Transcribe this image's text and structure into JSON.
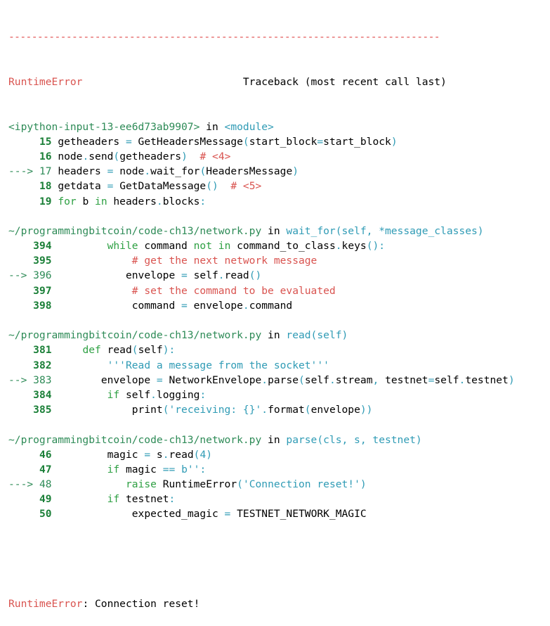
{
  "separator": "---------------------------------------------------------------------------",
  "header": {
    "error_name": "RuntimeError",
    "traceback_label": "Traceback (most recent call last)"
  },
  "frames": [
    {
      "file": "<ipython-input-13-ee6d73ab9907>",
      "in_kw": "in",
      "func": "<module>",
      "lines": [
        {
          "arrow": "",
          "num": "15",
          "indent": "",
          "parts": [
            [
              "norm",
              "getheaders "
            ],
            [
              "op",
              "="
            ],
            [
              "norm",
              " GetHeadersMessage"
            ],
            [
              "br",
              "("
            ],
            [
              "norm",
              "start_block"
            ],
            [
              "op",
              "="
            ],
            [
              "norm",
              "start_block"
            ],
            [
              "br",
              ")"
            ]
          ]
        },
        {
          "arrow": "",
          "num": "16",
          "indent": "",
          "parts": [
            [
              "norm",
              "node"
            ],
            [
              "op",
              "."
            ],
            [
              "norm",
              "send"
            ],
            [
              "br",
              "("
            ],
            [
              "norm",
              "getheaders"
            ],
            [
              "br",
              ")"
            ],
            [
              "norm",
              "  "
            ],
            [
              "cmt",
              "# <4>"
            ]
          ]
        },
        {
          "arrow": "---> ",
          "num": "17",
          "indent": "",
          "parts": [
            [
              "norm",
              "headers "
            ],
            [
              "op",
              "="
            ],
            [
              "norm",
              " node"
            ],
            [
              "op",
              "."
            ],
            [
              "norm",
              "wait_for"
            ],
            [
              "br",
              "("
            ],
            [
              "norm",
              "HeadersMessage"
            ],
            [
              "br",
              ")"
            ]
          ]
        },
        {
          "arrow": "",
          "num": "18",
          "indent": "",
          "parts": [
            [
              "norm",
              "getdata "
            ],
            [
              "op",
              "="
            ],
            [
              "norm",
              " GetDataMessage"
            ],
            [
              "br",
              "()"
            ],
            [
              "norm",
              "  "
            ],
            [
              "cmt",
              "# <5>"
            ]
          ]
        },
        {
          "arrow": "",
          "num": "19",
          "indent": "",
          "parts": [
            [
              "kw",
              "for"
            ],
            [
              "norm",
              " b "
            ],
            [
              "kw",
              "in"
            ],
            [
              "norm",
              " headers"
            ],
            [
              "op",
              "."
            ],
            [
              "norm",
              "blocks"
            ],
            [
              "op",
              ":"
            ]
          ]
        }
      ]
    },
    {
      "file": "~/programmingbitcoin/code-ch13/network.py",
      "in_kw": "in",
      "func": "wait_for(self, *message_classes)",
      "lines": [
        {
          "arrow": "",
          "num": "394",
          "indent": "        ",
          "parts": [
            [
              "kw",
              "while"
            ],
            [
              "norm",
              " command "
            ],
            [
              "kw",
              "not"
            ],
            [
              "norm",
              " "
            ],
            [
              "kw",
              "in"
            ],
            [
              "norm",
              " command_to_class"
            ],
            [
              "op",
              "."
            ],
            [
              "norm",
              "keys"
            ],
            [
              "br",
              "()"
            ],
            [
              "op",
              ":"
            ]
          ]
        },
        {
          "arrow": "",
          "num": "395",
          "indent": "            ",
          "parts": [
            [
              "cmt",
              "# get the next network message"
            ]
          ]
        },
        {
          "arrow": "--> ",
          "num": "396",
          "indent": "           ",
          "parts": [
            [
              "norm",
              "envelope "
            ],
            [
              "op",
              "="
            ],
            [
              "norm",
              " self"
            ],
            [
              "op",
              "."
            ],
            [
              "norm",
              "read"
            ],
            [
              "br",
              "()"
            ]
          ]
        },
        {
          "arrow": "",
          "num": "397",
          "indent": "            ",
          "parts": [
            [
              "cmt",
              "# set the command to be evaluated"
            ]
          ]
        },
        {
          "arrow": "",
          "num": "398",
          "indent": "            ",
          "parts": [
            [
              "norm",
              "command "
            ],
            [
              "op",
              "="
            ],
            [
              "norm",
              " envelope"
            ],
            [
              "op",
              "."
            ],
            [
              "norm",
              "command"
            ]
          ]
        }
      ]
    },
    {
      "file": "~/programmingbitcoin/code-ch13/network.py",
      "in_kw": "in",
      "func": "read(self)",
      "lines": [
        {
          "arrow": "",
          "num": "381",
          "indent": "    ",
          "parts": [
            [
              "kw",
              "def"
            ],
            [
              "norm",
              " read"
            ],
            [
              "br",
              "("
            ],
            [
              "norm",
              "self"
            ],
            [
              "br",
              ")"
            ],
            [
              "op",
              ":"
            ]
          ]
        },
        {
          "arrow": "",
          "num": "382",
          "indent": "        ",
          "parts": [
            [
              "str",
              "'''Read a message from the socket'''"
            ]
          ]
        },
        {
          "arrow": "--> ",
          "num": "383",
          "indent": "       ",
          "parts": [
            [
              "norm",
              "envelope "
            ],
            [
              "op",
              "="
            ],
            [
              "norm",
              " NetworkEnvelope"
            ],
            [
              "op",
              "."
            ],
            [
              "norm",
              "parse"
            ],
            [
              "br",
              "("
            ],
            [
              "norm",
              "self"
            ],
            [
              "op",
              "."
            ],
            [
              "norm",
              "stream"
            ],
            [
              "op",
              ","
            ],
            [
              "norm",
              " testnet"
            ],
            [
              "op",
              "="
            ],
            [
              "norm",
              "self"
            ],
            [
              "op",
              "."
            ],
            [
              "norm",
              "testnet"
            ],
            [
              "br",
              ")"
            ]
          ]
        },
        {
          "arrow": "",
          "num": "384",
          "indent": "        ",
          "parts": [
            [
              "kw",
              "if"
            ],
            [
              "norm",
              " self"
            ],
            [
              "op",
              "."
            ],
            [
              "norm",
              "logging"
            ],
            [
              "op",
              ":"
            ]
          ]
        },
        {
          "arrow": "",
          "num": "385",
          "indent": "            ",
          "parts": [
            [
              "norm",
              "print"
            ],
            [
              "br",
              "("
            ],
            [
              "str",
              "'receiving: {}'"
            ],
            [
              "op",
              "."
            ],
            [
              "norm",
              "format"
            ],
            [
              "br",
              "("
            ],
            [
              "norm",
              "envelope"
            ],
            [
              "br",
              "))"
            ]
          ]
        }
      ]
    },
    {
      "file": "~/programmingbitcoin/code-ch13/network.py",
      "in_kw": "in",
      "func": "parse(cls, s, testnet)",
      "lines": [
        {
          "arrow": "",
          "num": "46",
          "indent": "        ",
          "parts": [
            [
              "norm",
              "magic "
            ],
            [
              "op",
              "="
            ],
            [
              "norm",
              " s"
            ],
            [
              "op",
              "."
            ],
            [
              "norm",
              "read"
            ],
            [
              "br",
              "("
            ],
            [
              "num",
              "4"
            ],
            [
              "br",
              ")"
            ]
          ]
        },
        {
          "arrow": "",
          "num": "47",
          "indent": "        ",
          "parts": [
            [
              "kw",
              "if"
            ],
            [
              "norm",
              " magic "
            ],
            [
              "op",
              "=="
            ],
            [
              "norm",
              " "
            ],
            [
              "str",
              "b''"
            ],
            [
              "op",
              ":"
            ]
          ]
        },
        {
          "arrow": "---> ",
          "num": "48",
          "indent": "           ",
          "parts": [
            [
              "kw",
              "raise"
            ],
            [
              "norm",
              " RuntimeError"
            ],
            [
              "br",
              "("
            ],
            [
              "str",
              "'Connection reset!'"
            ],
            [
              "br",
              ")"
            ]
          ]
        },
        {
          "arrow": "",
          "num": "49",
          "indent": "        ",
          "parts": [
            [
              "kw",
              "if"
            ],
            [
              "norm",
              " testnet"
            ],
            [
              "op",
              ":"
            ]
          ]
        },
        {
          "arrow": "",
          "num": "50",
          "indent": "            ",
          "parts": [
            [
              "norm",
              "expected_magic "
            ],
            [
              "op",
              "="
            ],
            [
              "norm",
              " TESTNET_NETWORK_MAGIC"
            ]
          ]
        }
      ]
    }
  ],
  "footer": {
    "error_name": "RuntimeError",
    "message": ": Connection reset!"
  }
}
